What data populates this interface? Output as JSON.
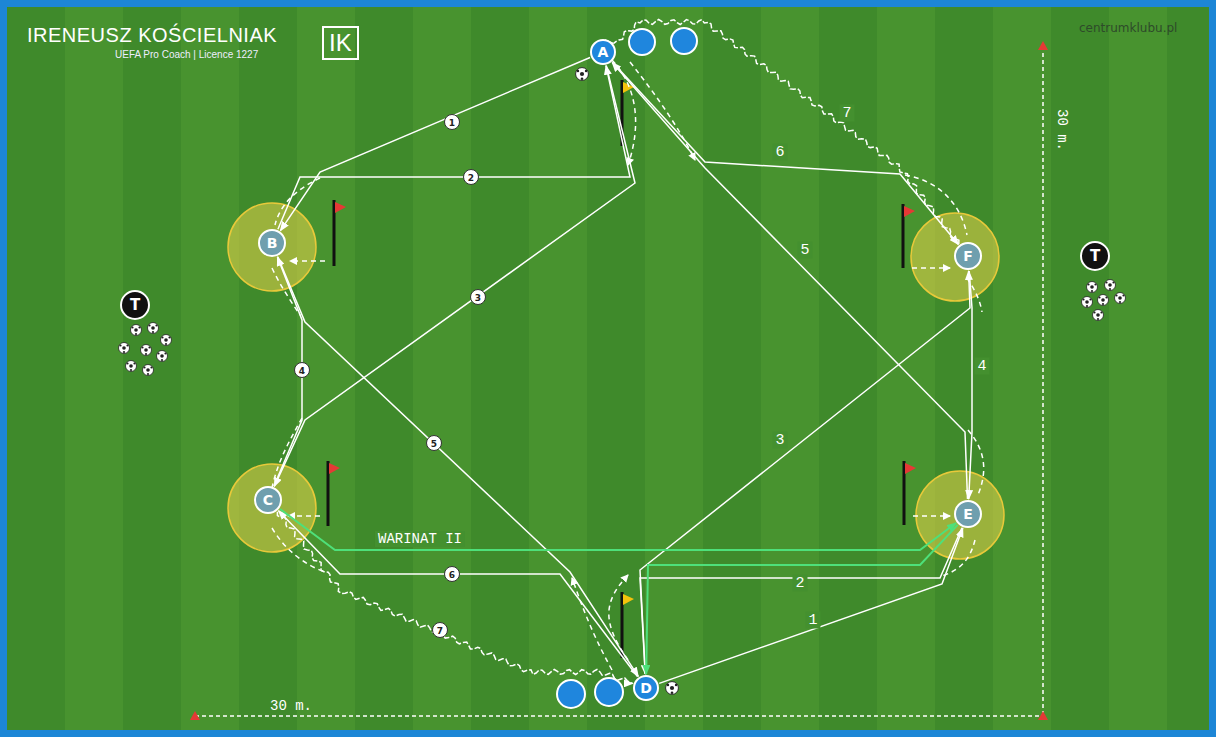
{
  "diagram": {
    "title": "IRENEUSZ KOŚCIELNIAK",
    "nodes": [
      {
        "text": [
          "A"
        ]
      },
      {
        "text": [
          "B"
        ]
      },
      {
        "text": [
          "F"
        ]
      },
      {
        "text": [
          "T"
        ]
      },
      {
        "text": [
          "T"
        ]
      },
      {
        "text": [
          "C"
        ]
      },
      {
        "text": [
          "E"
        ]
      },
      {
        "text": [
          "D"
        ]
      }
    ],
    "edges": [
      {
        "from": 0,
        "to": 1,
        "arrow": "to",
        "label": "1"
      },
      {
        "from": 1,
        "to": 0,
        "arrow": "to",
        "label": "2"
      },
      {
        "from": 0,
        "to": 5,
        "arrow": "to",
        "label": "3"
      },
      {
        "from": 5,
        "to": 1,
        "arrow": "to",
        "label": "4"
      },
      {
        "from": 1,
        "to": 7,
        "arrow": "to",
        "label": "5"
      },
      {
        "from": 7,
        "to": 5,
        "arrow": "to",
        "label": "6"
      },
      {
        "from": 5,
        "to": 7,
        "arrow": "to",
        "label": "7"
      },
      {
        "from": 7,
        "to": 6,
        "arrow": "to",
        "label": "1"
      },
      {
        "from": 6,
        "to": 7,
        "arrow": "to",
        "label": "2"
      },
      {
        "from": 7,
        "to": 2,
        "arrow": "to",
        "label": "3"
      },
      {
        "from": 2,
        "to": 6,
        "arrow": "to",
        "label": "4"
      },
      {
        "from": 6,
        "to": 0,
        "arrow": "to",
        "label": "5"
      },
      {
        "from": 0,
        "to": 2,
        "arrow": "to",
        "label": "6"
      },
      {
        "from": 2,
        "to": 0,
        "arrow": "to",
        "label": "7"
      },
      {
        "from": 5,
        "to": 6,
        "arrow": "to",
        "label": "WARINAT II"
      },
      {
        "from": 6,
        "to": 7,
        "arrow": "to"
      }
    ],
    "labels": [
      "UEFA Pro Coach | Licence 1227",
      "IK",
      "centrumklubu.pl",
      "30 m.",
      "30 m."
    ]
  }
}
